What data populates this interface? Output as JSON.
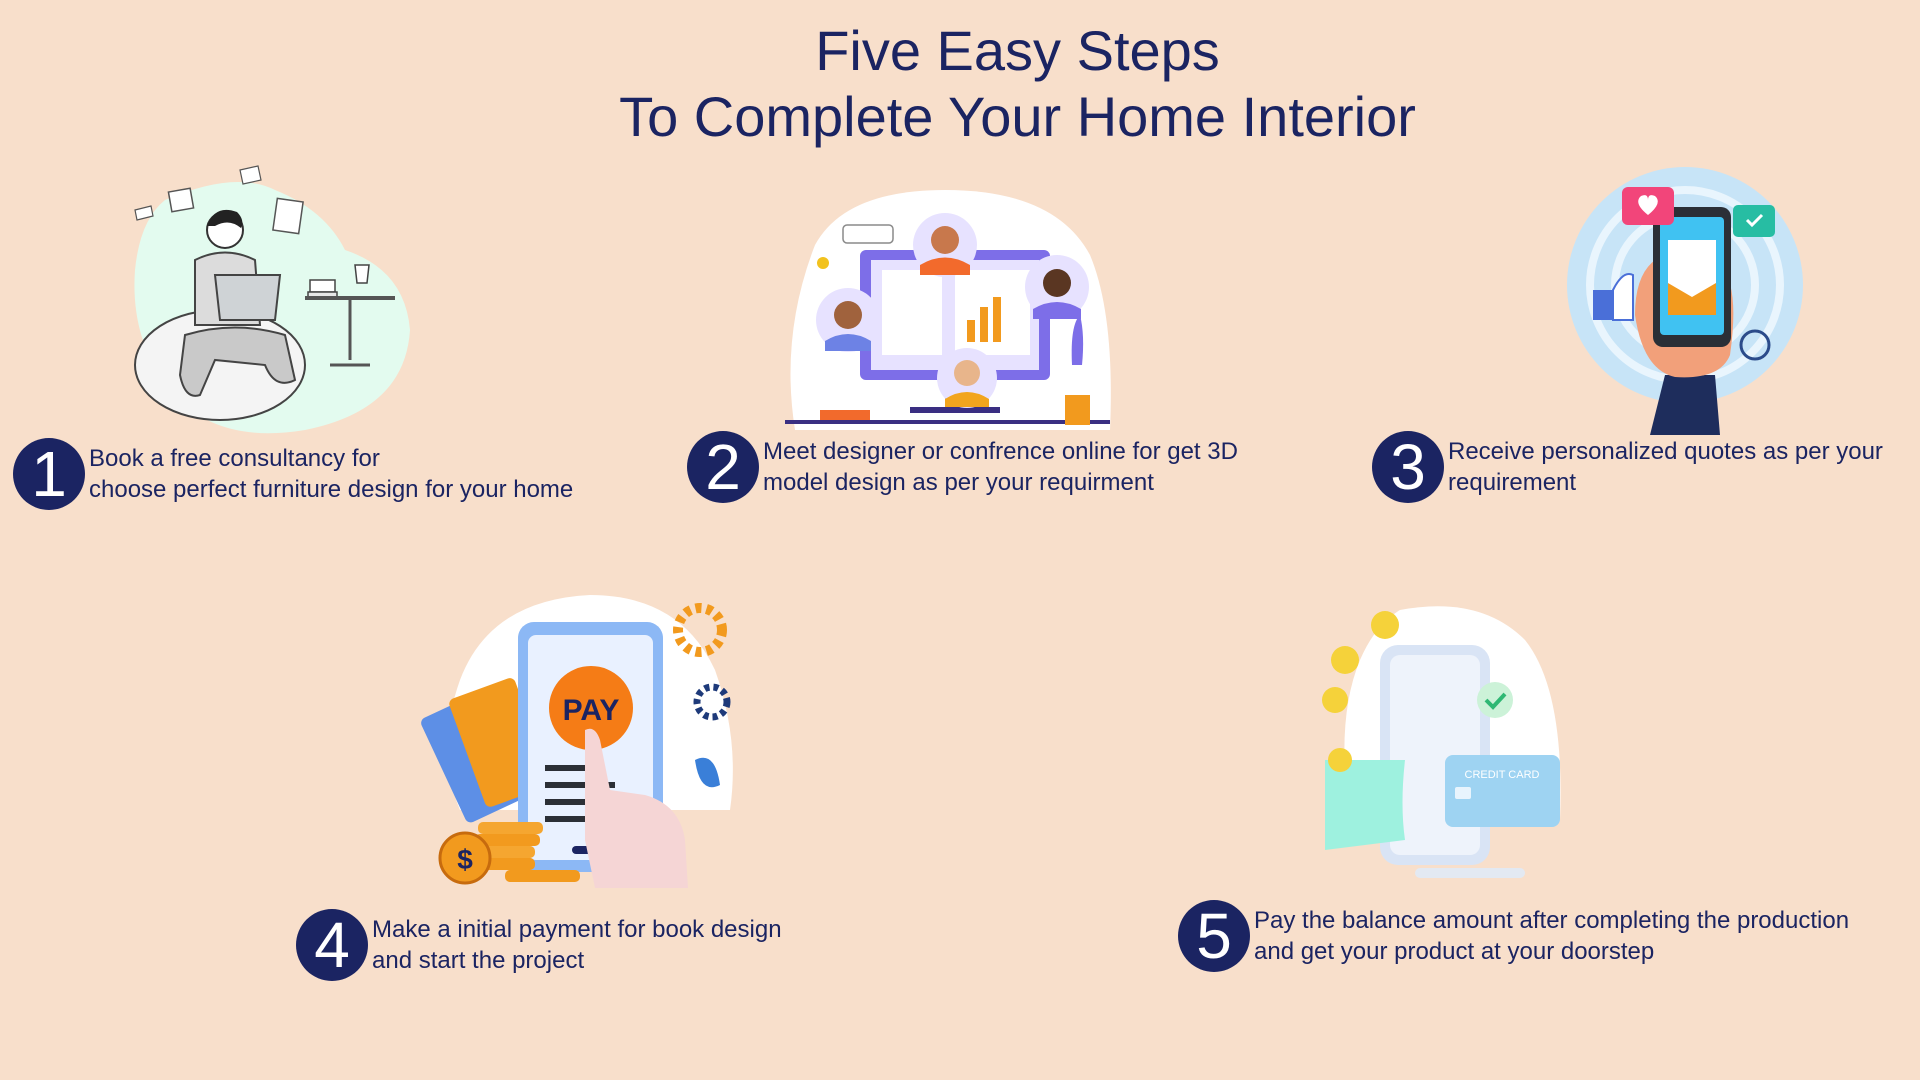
{
  "title": {
    "line1": "Five Easy Steps",
    "line2": "To Complete Your Home Interior"
  },
  "colors": {
    "background": "#f8dfcb",
    "navy": "#1b2462",
    "orange": "#f29a1e",
    "purple": "#7d6ee8",
    "teal": "#2fc1a7",
    "sky": "#9ed3f2"
  },
  "steps": [
    {
      "number": "1",
      "line1": "Book a free consultancy for",
      "line2": "choose perfect furniture design for your home",
      "illustration": "man-with-laptop-on-beanbag"
    },
    {
      "number": "2",
      "line1": "Meet designer or confrence online for get 3D",
      "line2": "model design as per your requirment",
      "illustration": "video-conference-monitor"
    },
    {
      "number": "3",
      "line1": "Receive personalized quotes as per your",
      "line2": "requirement",
      "illustration": "hand-holding-phone-with-messages"
    },
    {
      "number": "4",
      "line1": "Make a initial payment for book design",
      "line2": "and start the project",
      "illustration": "phone-pay-button-with-coins"
    },
    {
      "number": "5",
      "line1": "Pay the balance amount after completing the production",
      "line2": "and get your product at your doorstep",
      "illustration": "phone-with-credit-card-and-cash"
    }
  ],
  "illustration_text": {
    "pay": "PAY",
    "credit_card": "CREDIT CARD"
  }
}
